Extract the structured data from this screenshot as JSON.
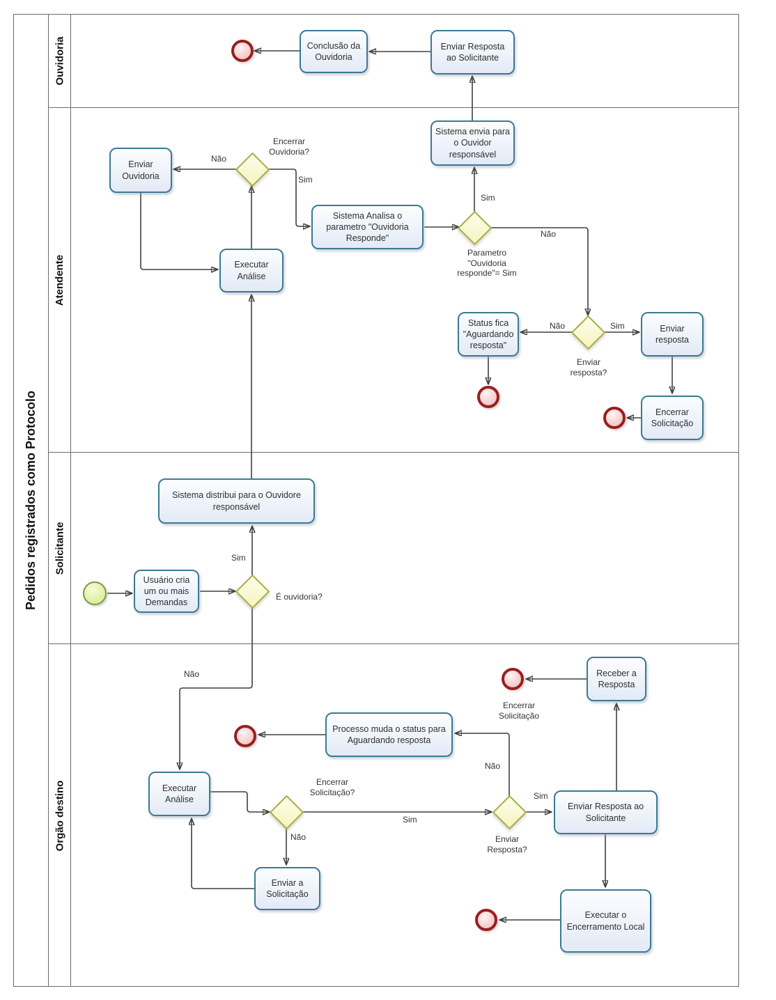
{
  "pool": {
    "title": "Pedidos registrados como Protocolo"
  },
  "lanes": [
    {
      "label": "Ouvidoria"
    },
    {
      "label": "Atendente"
    },
    {
      "label": "Solicitante"
    },
    {
      "label": "Orgão destino"
    }
  ],
  "tasks": {
    "conclusao_ouvidoria": {
      "label": "Conclusão da Ouvidoria"
    },
    "enviar_resposta_solicitante_top": {
      "label": "Enviar Resposta ao Solicitante"
    },
    "enviar_ouvidoria": {
      "label": "Enviar Ouvidoria"
    },
    "sistema_envia_ouvidor": {
      "label": "Sistema envia para o Ouvidor responsável"
    },
    "sistema_analisa": {
      "label": "Sistema Analisa o parametro \"Ouvidoria Responde\""
    },
    "executar_analise_atendente": {
      "label": "Executar Análise"
    },
    "status_fica": {
      "label": "Status fica \"Aguardando resposta\""
    },
    "enviar_resposta": {
      "label": "Enviar resposta"
    },
    "encerrar_solicitacao": {
      "label": "Encerrar Solicitação"
    },
    "sistema_distribui": {
      "label": "Sistema distribui para o Ouvidore responsável"
    },
    "usuario_cria": {
      "label": "Usuário cria um ou mais Demandas"
    },
    "executar_analise_orgao": {
      "label": "Executar Análise"
    },
    "processo_muda_status": {
      "label": "Processo muda o status para Aguardando resposta"
    },
    "enviar_a_solicitacao": {
      "label": "Enviar a Solicitação"
    },
    "enviar_resposta_solicitante_bottom": {
      "label": "Enviar Resposta ao Solicitante"
    },
    "receber_resposta": {
      "label": "Receber a Resposta"
    },
    "executar_encerramento_local": {
      "label": "Executar o Encerramento Local"
    }
  },
  "edge_labels": {
    "nao_encerrar_ouvidoria": "Não",
    "encerrar_ouvidoria_q": "Encerrar\nOuvidoria?",
    "sim_encerrar_ouvidoria": "Sim",
    "sim_parametro": "Sim",
    "nao_parametro": "Não",
    "parametro_q": "Parametro\n\"Ouvidoria\nresponde\"= Sim",
    "nao_enviar_resposta1": "Não",
    "sim_enviar_resposta1": "Sim",
    "enviar_resposta_q1": "Enviar\nresposta?",
    "sim_e_ouvidoria": "Sim",
    "e_ouvidoria_q": "É ouvidoria?",
    "nao_e_ouvidoria": "Não",
    "encerrar_solicitacao_q": "Encerrar\nSolicitação?",
    "nao_encerrar_solicitacao": "Não",
    "sim_encerrar_solicitacao": "Sim",
    "nao_enviar_resposta2": "Não",
    "sim_enviar_resposta2": "Sim",
    "enviar_resposta_q2": "Enviar\nResposta?",
    "encerrar_solicitacao_end": "Encerrar\nSolicitação"
  },
  "colors": {
    "task_border": "#3a7a92",
    "gateway_border": "#acac46",
    "start_event_border": "#7c9a3e",
    "end_event_border": "#991f1f",
    "connector": "#3f3f3f"
  }
}
